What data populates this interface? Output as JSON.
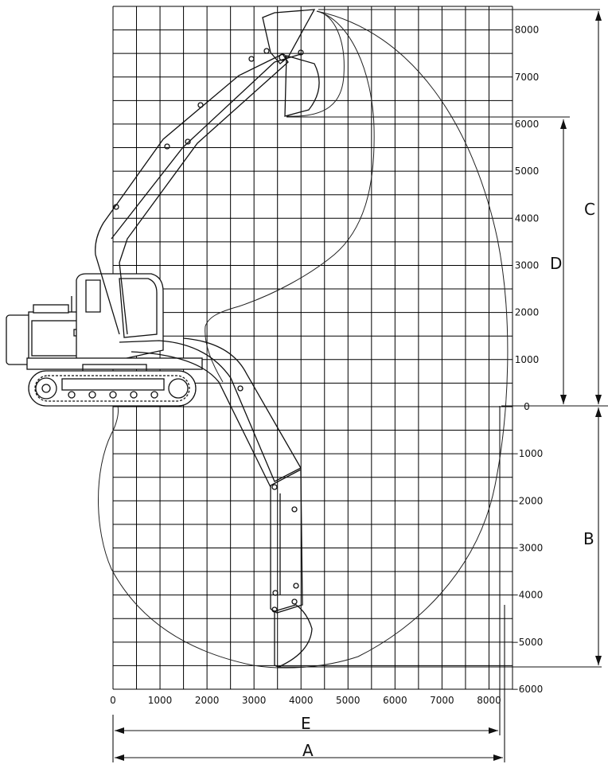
{
  "grid": {
    "x_min": 0,
    "x_max": 8500,
    "y_min": -6000,
    "y_max": 8500,
    "step": 500
  },
  "x_axis_labels": [
    "0",
    "1000",
    "2000",
    "3000",
    "4000",
    "5000",
    "6000",
    "7000",
    "8000"
  ],
  "y_axis_labels": [
    "8000",
    "7000",
    "6000",
    "5000",
    "4000",
    "3000",
    "2000",
    "1000",
    "0",
    "−1000",
    "−2000",
    "−3000",
    "−4000",
    "−5000",
    "−6000"
  ],
  "dimensions": {
    "A": "A",
    "B": "B",
    "C": "C",
    "D": "D",
    "E": "E"
  }
}
